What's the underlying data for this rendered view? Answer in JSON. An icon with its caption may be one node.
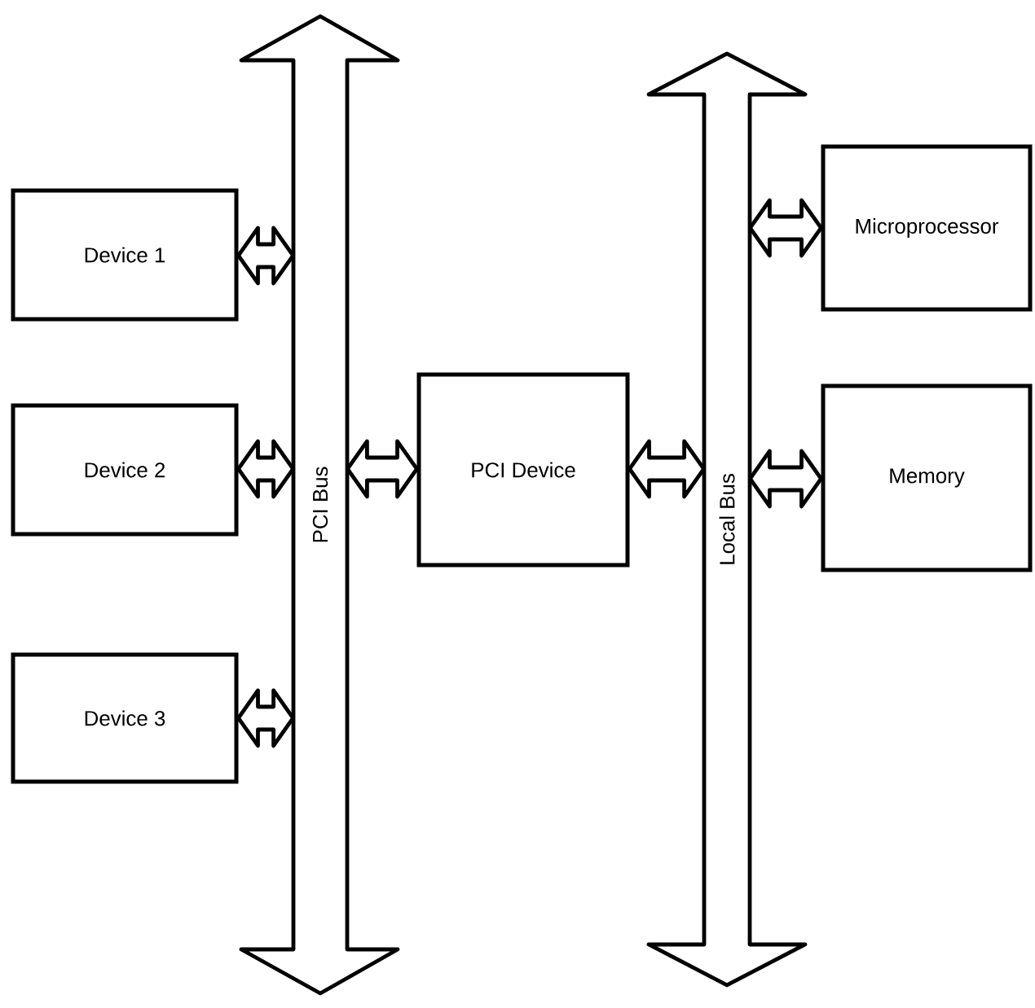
{
  "diagram": {
    "nodes": [
      {
        "text": [
          "Device 1"
        ]
      },
      {
        "text": [
          "Device 2"
        ]
      },
      {
        "text": [
          "Device 3"
        ]
      },
      {
        "text": [
          "PCI Bus"
        ]
      },
      {
        "text": [
          "PCI Device"
        ]
      },
      {
        "text": [
          "Local Bus"
        ]
      },
      {
        "text": [
          "Microprocessor"
        ]
      },
      {
        "text": [
          "Memory"
        ]
      }
    ],
    "edges": [
      {
        "from": 0,
        "to": 3,
        "arrow": "both"
      },
      {
        "from": 1,
        "to": 3,
        "arrow": "both"
      },
      {
        "from": 2,
        "to": 3,
        "arrow": "both"
      },
      {
        "from": 3,
        "to": 4,
        "arrow": "both"
      },
      {
        "from": 4,
        "to": 5,
        "arrow": "both"
      },
      {
        "from": 5,
        "to": 6,
        "arrow": "both"
      },
      {
        "from": 5,
        "to": 7,
        "arrow": "both"
      }
    ]
  }
}
